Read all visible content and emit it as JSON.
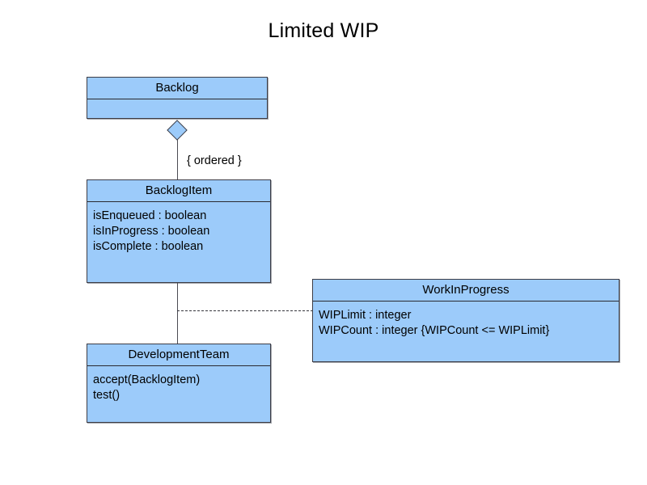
{
  "diagram": {
    "title": "Limited WIP",
    "background_color": "#ffffff",
    "class_fill_color": "#9ccbfa",
    "class_border_color": "#3d3d46",
    "line_color": "#4a4a52",
    "text_color": "#000000"
  },
  "classes": {
    "backlog": {
      "name": "Backlog",
      "attributes": [],
      "operations": []
    },
    "backlog_item": {
      "name": "BacklogItem",
      "attributes": [
        "isEnqueued : boolean",
        "isInProgress : boolean",
        "isComplete : boolean"
      ]
    },
    "development_team": {
      "name": "DevelopmentTeam",
      "operations": [
        "accept(BacklogItem)",
        "test()"
      ]
    },
    "work_in_progress": {
      "name": "WorkInProgress",
      "attributes": [
        "WIPLimit : integer",
        "WIPCount : integer {WIPCount <= WIPLimit}"
      ]
    }
  },
  "connectors": {
    "aggregation": {
      "type": "aggregation",
      "source": "Backlog",
      "target": "BacklogItem",
      "adornment": "{ ordered }"
    },
    "association": {
      "type": "association",
      "source": "BacklogItem",
      "target": "DevelopmentTeam"
    },
    "dependency": {
      "type": "dashed-link",
      "source": "association",
      "target": "WorkInProgress"
    }
  }
}
